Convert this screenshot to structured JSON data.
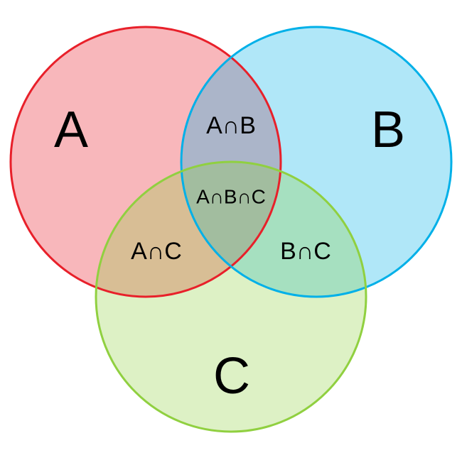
{
  "sets": {
    "a": {
      "label": "A",
      "stroke": "#e8202a",
      "fill": "#e8202a"
    },
    "b": {
      "label": "B",
      "stroke": "#00b0e8",
      "fill": "#00b0e8"
    },
    "c": {
      "label": "C",
      "stroke": "#90d040",
      "fill": "#90d040"
    }
  },
  "intersections": {
    "ab": "A∩B",
    "ac": "A∩C",
    "bc": "B∩C",
    "abc": "A∩B∩C"
  }
}
